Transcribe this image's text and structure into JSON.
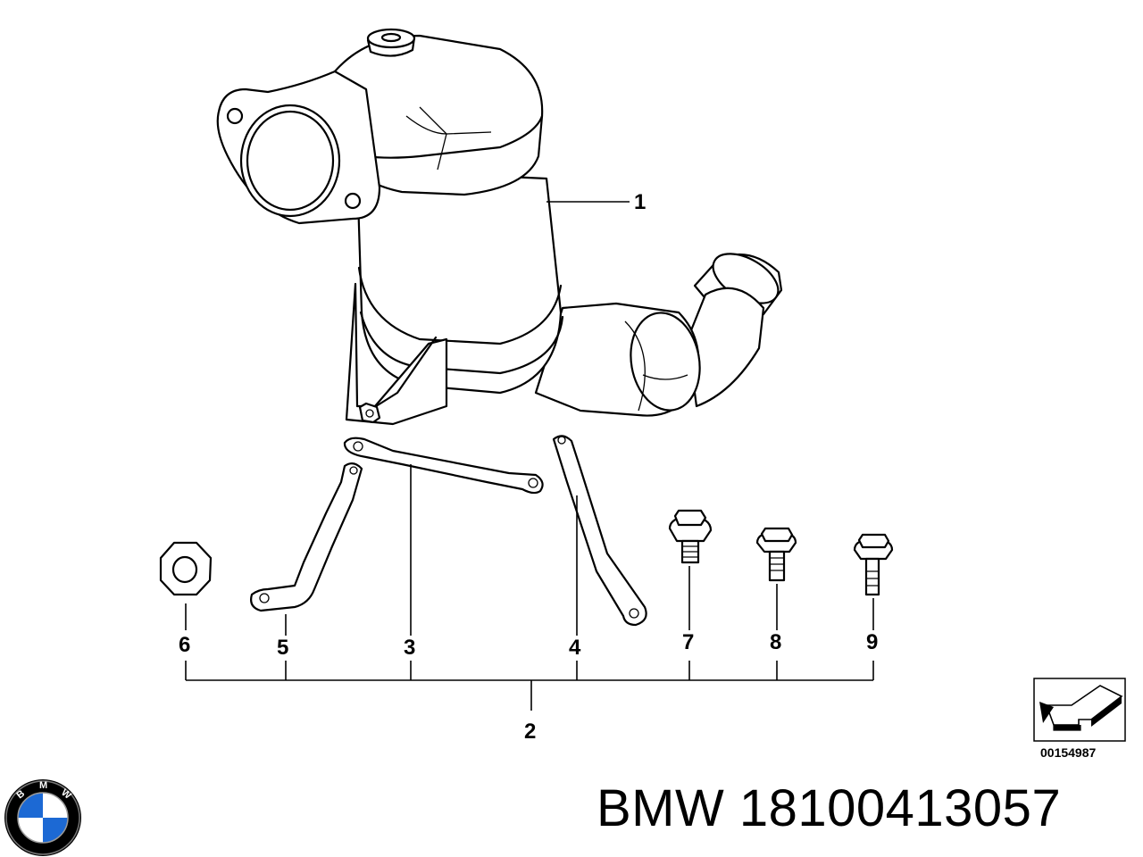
{
  "callouts": {
    "c1": "1",
    "c2": "2",
    "c3": "3",
    "c4": "4",
    "c5": "5",
    "c6": "6",
    "c7": "7",
    "c8": "8",
    "c9": "9"
  },
  "reference_number": "00154987",
  "caption": {
    "brand": "BMW",
    "part_number": "18100413057"
  },
  "logo": {
    "text": "BMW",
    "colors": {
      "blue": "#1c69d4",
      "white": "#ffffff",
      "ring": "#000000"
    }
  }
}
